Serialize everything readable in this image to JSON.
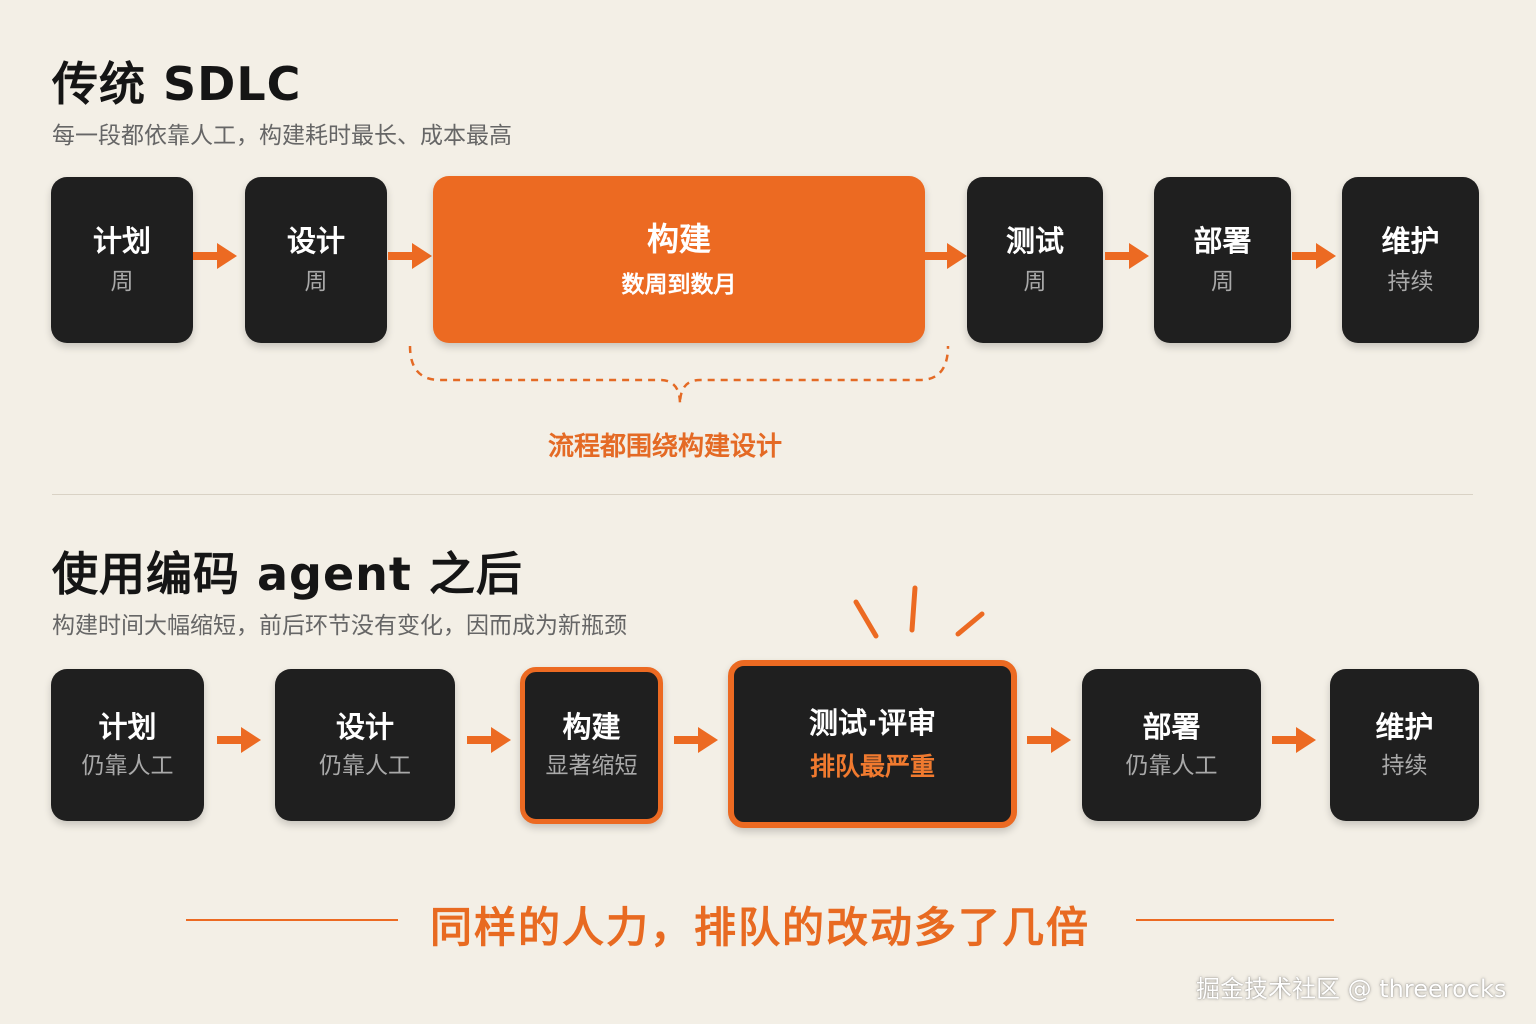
{
  "sections": [
    {
      "title": "传统 SDLC",
      "subtitle": "每一段都依靠人工，构建耗时最长、成本最高",
      "steps": [
        {
          "label": "计划",
          "sub": "周"
        },
        {
          "label": "设计",
          "sub": "周"
        },
        {
          "label": "构建",
          "sub": "数周到数月"
        },
        {
          "label": "测试",
          "sub": "周"
        },
        {
          "label": "部署",
          "sub": "周"
        },
        {
          "label": "维护",
          "sub": "持续"
        }
      ],
      "brace_note": "流程都围绕构建设计"
    },
    {
      "title": "使用编码 agent 之后",
      "subtitle": "构建时间大幅缩短，前后环节没有变化，因而成为新瓶颈",
      "steps": [
        {
          "label": "计划",
          "sub": "仍靠人工"
        },
        {
          "label": "设计",
          "sub": "仍靠人工"
        },
        {
          "label": "构建",
          "sub": "显著缩短"
        },
        {
          "label": "测试·评审",
          "sub": "排队最严重"
        },
        {
          "label": "部署",
          "sub": "仍靠人工"
        },
        {
          "label": "维护",
          "sub": "持续"
        }
      ]
    }
  ],
  "conclusion": "同样的人力，排队的改动多了几倍",
  "watermark": "掘金技术社区 @ threerocks",
  "colors": {
    "accent": "#ec6a22",
    "box": "#1f1f1f",
    "background": "#f3efe6",
    "muted": "#a9a9a9"
  },
  "icons": [
    "arrow-right-icon",
    "brace-icon",
    "burst-icon"
  ]
}
